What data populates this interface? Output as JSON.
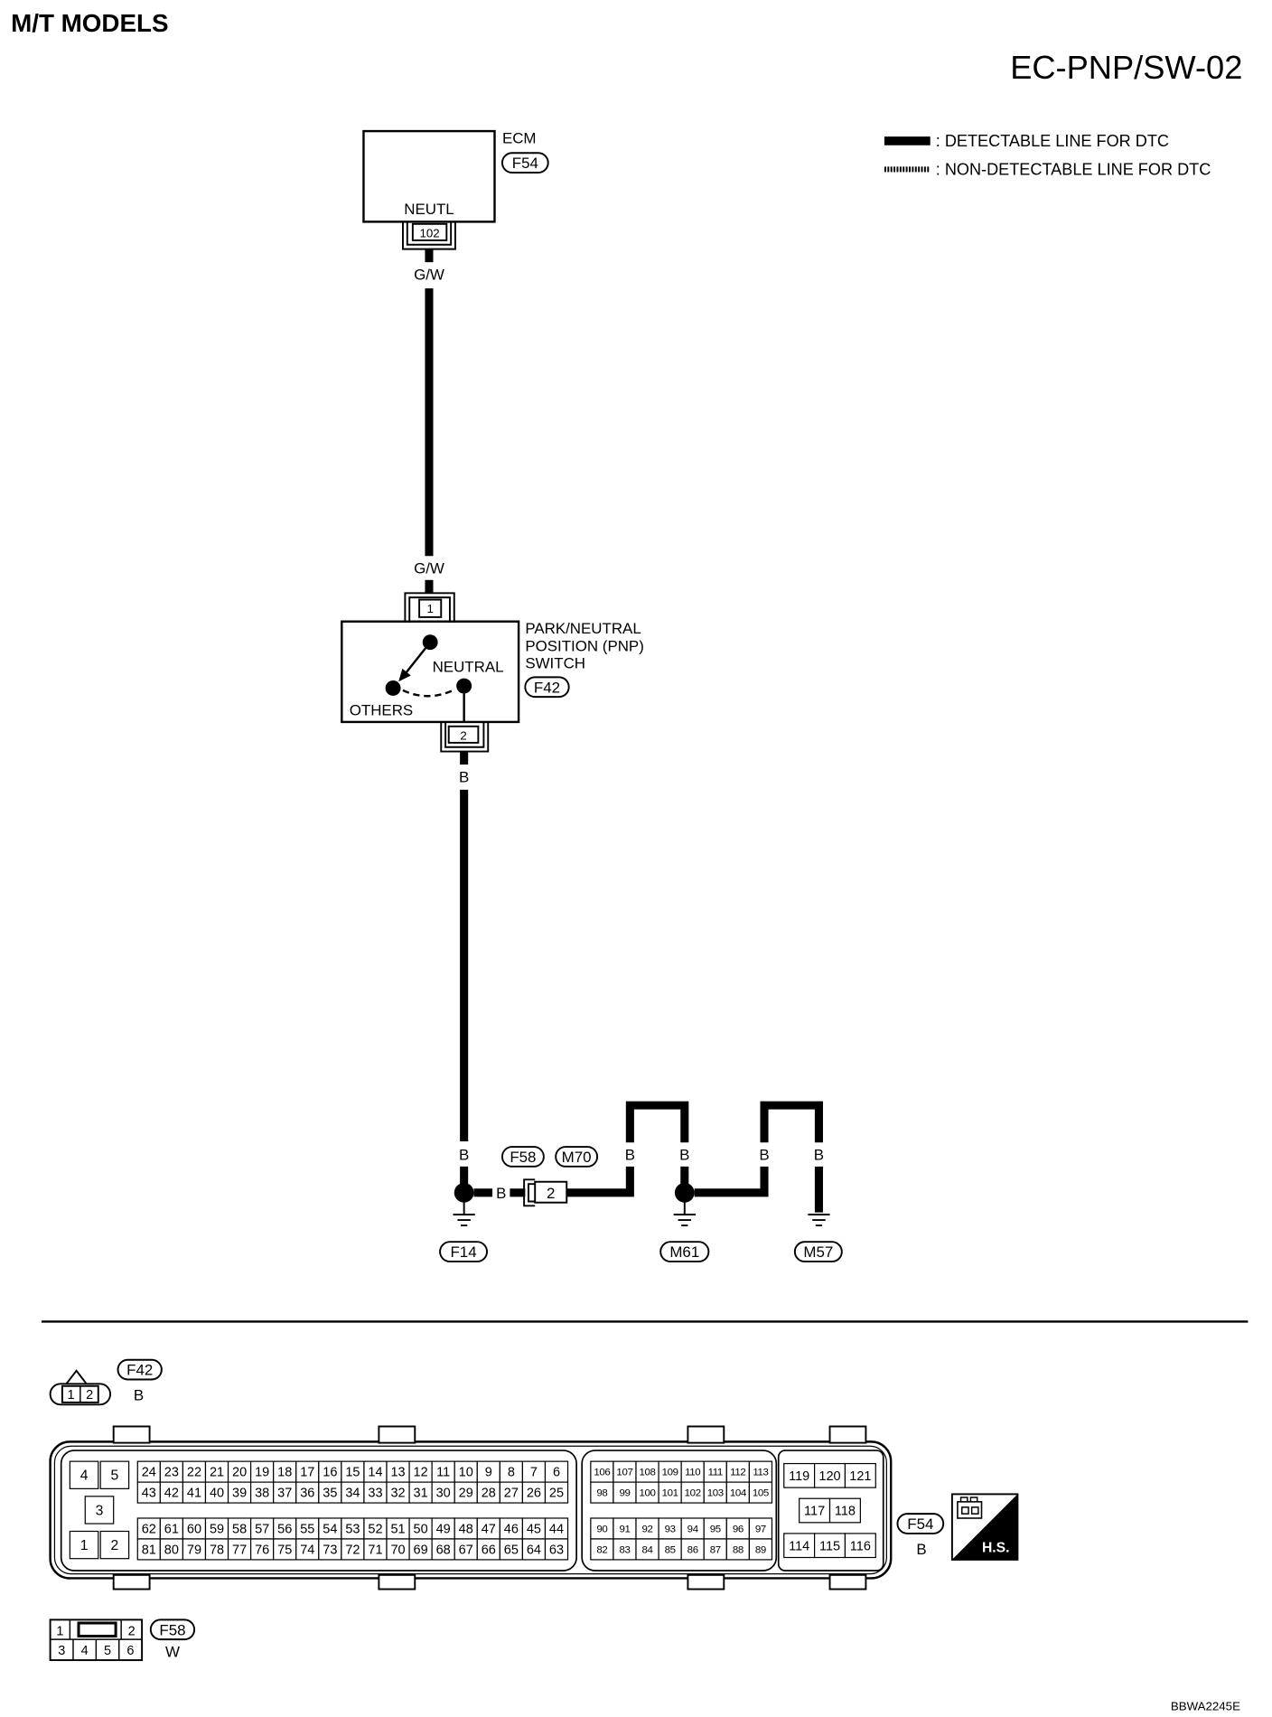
{
  "header": {
    "title": "M/T MODELS",
    "code": "EC-PNP/SW-02"
  },
  "legend": {
    "detectable": ": DETECTABLE LINE FOR DTC",
    "non_detectable": ": NON-DETECTABLE LINE FOR DTC"
  },
  "ecm": {
    "name": "ECM",
    "connector": "F54",
    "terminal": "NEUTL",
    "pin": "102"
  },
  "wire_gw": {
    "label_top": "G/W",
    "label_bottom": "G/W"
  },
  "pnp_switch": {
    "name": [
      "PARK/NEUTRAL",
      "POSITION (PNP)",
      "SWITCH"
    ],
    "connector": "F42",
    "pin_in": "1",
    "pin_out": "2",
    "neutral": "NEUTRAL",
    "others": "OTHERS"
  },
  "wire_b": {
    "labels": [
      "B",
      "B",
      "B",
      "B",
      "B",
      "B",
      "B"
    ]
  },
  "joint_connector": {
    "left": "F58",
    "right": "M70",
    "pin": "2"
  },
  "grounds": [
    "F14",
    "M61",
    "M57"
  ],
  "connector_views": {
    "f42": {
      "id": "F42",
      "color": "B",
      "pins": [
        "1",
        "2"
      ]
    },
    "f54": {
      "id": "F54",
      "color": "B",
      "small_pins": [
        "4",
        "5",
        "3",
        "1",
        "2"
      ],
      "block1": [
        [
          "24",
          "23",
          "22",
          "21",
          "20",
          "19",
          "18",
          "17",
          "16",
          "15",
          "14",
          "13",
          "12",
          "11",
          "10",
          "9",
          "8",
          "7",
          "6"
        ],
        [
          "43",
          "42",
          "41",
          "40",
          "39",
          "38",
          "37",
          "36",
          "35",
          "34",
          "33",
          "32",
          "31",
          "30",
          "29",
          "28",
          "27",
          "26",
          "25"
        ],
        [
          "62",
          "61",
          "60",
          "59",
          "58",
          "57",
          "56",
          "55",
          "54",
          "53",
          "52",
          "51",
          "50",
          "49",
          "48",
          "47",
          "46",
          "45",
          "44"
        ],
        [
          "81",
          "80",
          "79",
          "78",
          "77",
          "76",
          "75",
          "74",
          "73",
          "72",
          "71",
          "70",
          "69",
          "68",
          "67",
          "66",
          "65",
          "64",
          "63"
        ]
      ],
      "block2": [
        [
          "106",
          "107",
          "108",
          "109",
          "110",
          "111",
          "112",
          "113"
        ],
        [
          "98",
          "99",
          "100",
          "101",
          "102",
          "103",
          "104",
          "105"
        ],
        [
          "90",
          "91",
          "92",
          "93",
          "94",
          "95",
          "96",
          "97"
        ],
        [
          "82",
          "83",
          "84",
          "85",
          "86",
          "87",
          "88",
          "89"
        ]
      ],
      "block3": [
        [
          "119",
          "120",
          "121"
        ],
        [
          "117",
          "118"
        ],
        [
          "114",
          "115",
          "116"
        ]
      ],
      "harness_side": "H.S."
    },
    "f58": {
      "id": "F58",
      "color": "W",
      "top": [
        "1",
        "2"
      ],
      "bottom": [
        "3",
        "4",
        "5",
        "6"
      ]
    }
  },
  "footer": {
    "code": "BBWA2245E"
  },
  "colors": {
    "ink": "#000000",
    "paper": "#ffffff"
  }
}
